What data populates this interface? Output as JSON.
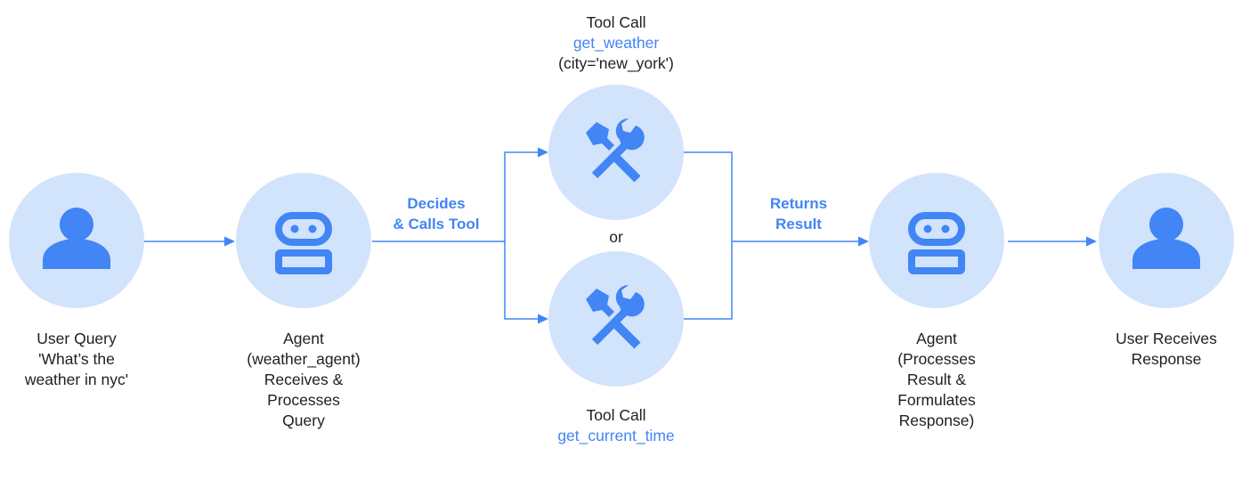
{
  "colors": {
    "circle_fill": "#d2e3fc",
    "accent": "#4285f4",
    "text": "#202124"
  },
  "nodes": {
    "user_query": {
      "icon": "person-icon",
      "lines": [
        "User Query",
        "'What’s the",
        "weather in nyc'"
      ]
    },
    "agent_in": {
      "icon": "robot-icon",
      "lines": [
        "Agent",
        "(weather_agent)",
        "Receives &",
        "Processes",
        "Query"
      ]
    },
    "tool_weather": {
      "icon": "tools-icon",
      "title": "Tool Call",
      "function": "get_weather",
      "args": "(city='new_york')"
    },
    "tool_time": {
      "icon": "tools-icon",
      "title": "Tool Call",
      "function": "get_current_time"
    },
    "agent_out": {
      "icon": "robot-icon",
      "lines": [
        "Agent",
        "(Processes",
        "Result &",
        "Formulates",
        "Response)"
      ]
    },
    "user_response": {
      "icon": "person-icon",
      "lines": [
        "User Receives",
        "Response"
      ]
    }
  },
  "edges": {
    "decides": [
      "Decides",
      "& Calls Tool"
    ],
    "returns": [
      "Returns",
      "Result"
    ],
    "or": "or"
  }
}
